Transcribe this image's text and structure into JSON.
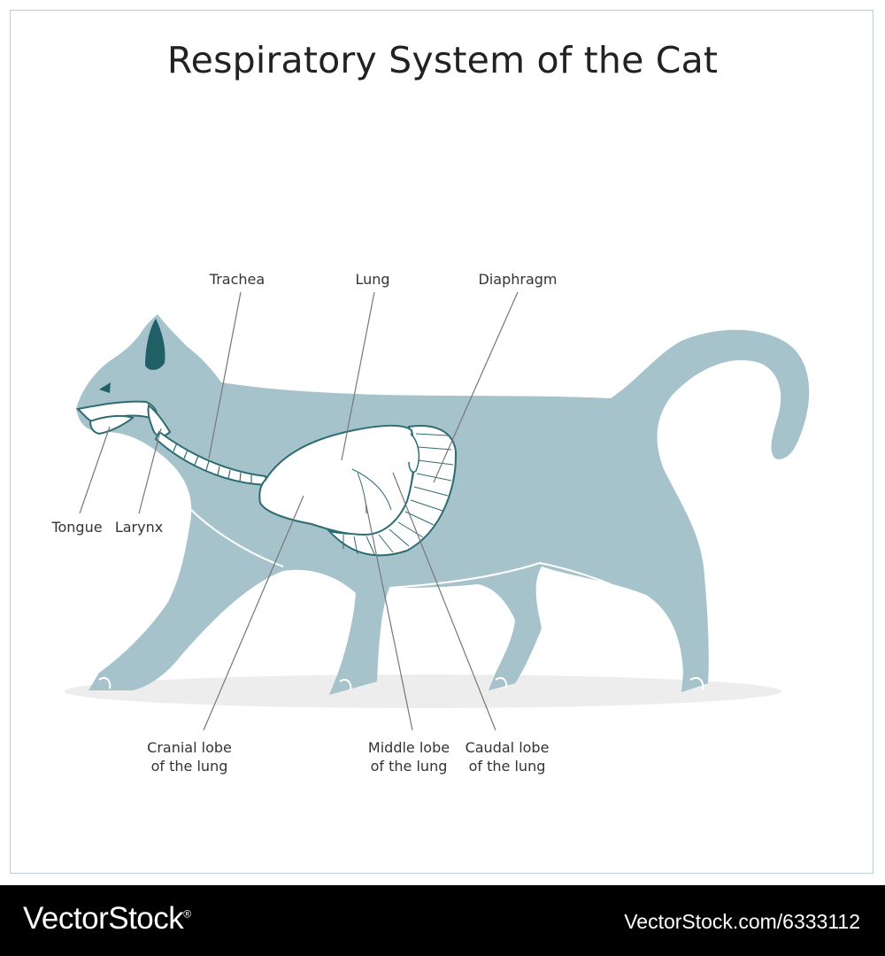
{
  "title": "Respiratory System of the Cat",
  "labels": {
    "trachea": "Trachea",
    "lung": "Lung",
    "diaphragm": "Diaphragm",
    "tongue": "Tongue",
    "larynx": "Larynx",
    "cranial_1": "Cranial lobe",
    "cranial_2": "of the lung",
    "middle_1": "Middle lobe",
    "middle_2": "of the lung",
    "caudal_1": "Caudal lobe",
    "caudal_2": "of the lung"
  },
  "colors": {
    "body": "#a6c3cb",
    "ear": "#1f5f66",
    "organ": "#ffffff",
    "organ_stroke": "#2d6c72",
    "shadow": "#ededed"
  },
  "footer": {
    "brand": "VectorStock",
    "registered_mark": "®",
    "stock_id": "VectorStock.com/6333112"
  }
}
